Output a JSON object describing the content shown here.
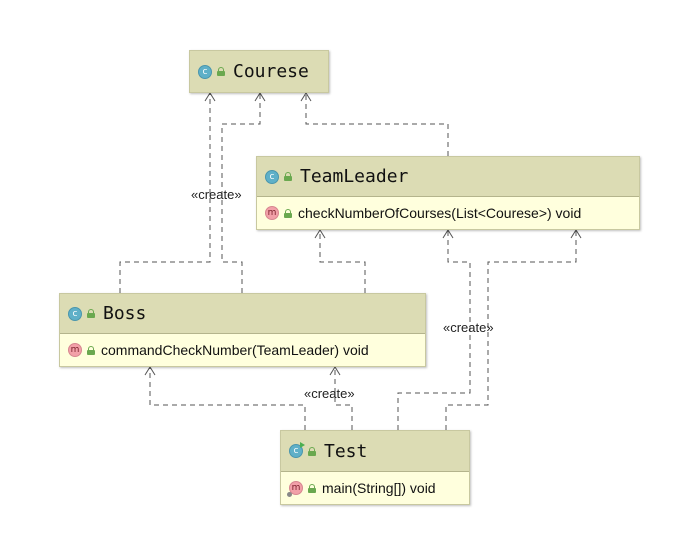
{
  "classes": {
    "courese": {
      "name": "Courese",
      "type_badge": "c",
      "visibility": "public"
    },
    "teamleader": {
      "name": "TeamLeader",
      "type_badge": "c",
      "visibility": "public",
      "methods": [
        {
          "badge": "m",
          "label": "checkNumberOfCourses(List<Courese>) void"
        }
      ]
    },
    "boss": {
      "name": "Boss",
      "type_badge": "c",
      "visibility": "public",
      "methods": [
        {
          "badge": "m",
          "label": "commandCheckNumber(TeamLeader) void"
        }
      ]
    },
    "test": {
      "name": "Test",
      "type_badge": "c",
      "visibility": "public",
      "methods": [
        {
          "badge": "m",
          "label": "main(String[]) void"
        }
      ]
    }
  },
  "relations": [
    {
      "from": "Boss",
      "to": "Courese",
      "kind": "dependency",
      "label": ""
    },
    {
      "from": "Boss",
      "to": "Courese",
      "kind": "dependency",
      "label": "«create»"
    },
    {
      "from": "Boss",
      "to": "TeamLeader",
      "kind": "dependency",
      "label": ""
    },
    {
      "from": "TeamLeader",
      "to": "Courese",
      "kind": "dependency",
      "label": ""
    },
    {
      "from": "Test",
      "to": "Boss",
      "kind": "dependency",
      "label": ""
    },
    {
      "from": "Test",
      "to": "Boss",
      "kind": "dependency",
      "label": "«create»"
    },
    {
      "from": "Test",
      "to": "TeamLeader",
      "kind": "dependency",
      "label": ""
    },
    {
      "from": "Test",
      "to": "TeamLeader",
      "kind": "dependency",
      "label": "«create»"
    }
  ],
  "stereotypes": {
    "boss_courese": "«create»",
    "test_teamleader": "«create»",
    "test_boss": "«create»"
  },
  "colors": {
    "header": "#dcdcb4",
    "body": "#ffffdd",
    "line": "#555555",
    "class_badge": "#5fb0c8",
    "method_badge": "#f2a0a8",
    "lock": "#6aa84f"
  }
}
